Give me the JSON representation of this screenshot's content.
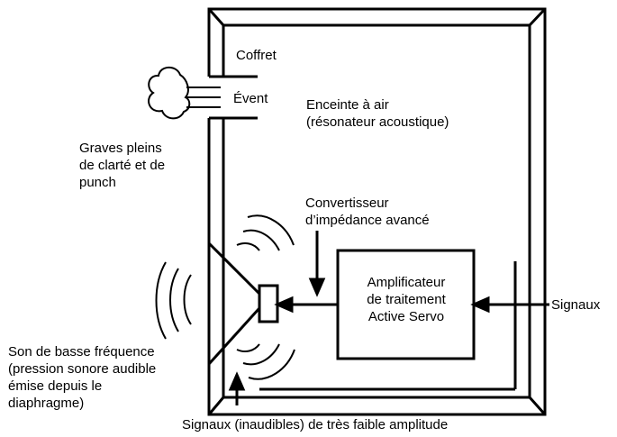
{
  "labels": {
    "cabinet": "Coffret",
    "port": "Évent",
    "air_enclosure": "Enceinte à air\n(résonateur acoustique)",
    "bass_punch": "Graves pleins\nde clarté et de\npunch",
    "impedance_converter": "Convertisseur\nd’impédance avancé",
    "amplifier": "Amplificateur\nde traitement\nActive Servo",
    "signals": "Signaux",
    "low_freq_sound": "Son de basse fréquence\n(pression sonore audible\némise depuis le\ndiaphragme)",
    "inaudible_signals": "Signaux (inaudibles) de très faible amplitude"
  }
}
